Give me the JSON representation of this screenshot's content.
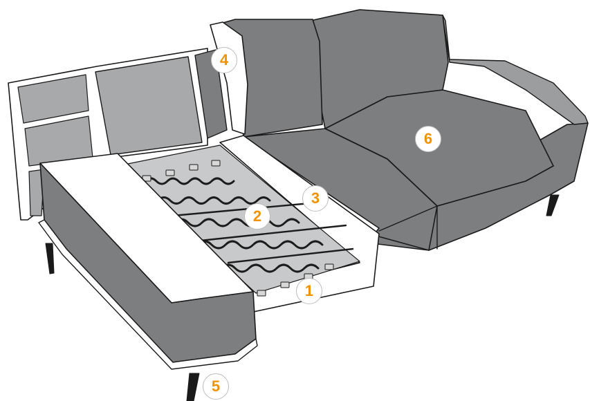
{
  "colors": {
    "upholstery": "#7c7e80",
    "upholstery_light": "#9b9d9f",
    "panel": "#a7a9ab",
    "frame": "#ffffff",
    "outline": "#1a1a1a",
    "spring": "#1c1c1c",
    "clip": "#d8d8d8",
    "leg": "#1a1a1a",
    "callout_text": "#f39200",
    "callout_border": "#bdbdbd"
  },
  "callouts": [
    {
      "id": "1",
      "label": "1"
    },
    {
      "id": "2",
      "label": "2"
    },
    {
      "id": "3",
      "label": "3"
    },
    {
      "id": "4",
      "label": "4"
    },
    {
      "id": "5",
      "label": "5"
    },
    {
      "id": "6",
      "label": "6"
    }
  ]
}
